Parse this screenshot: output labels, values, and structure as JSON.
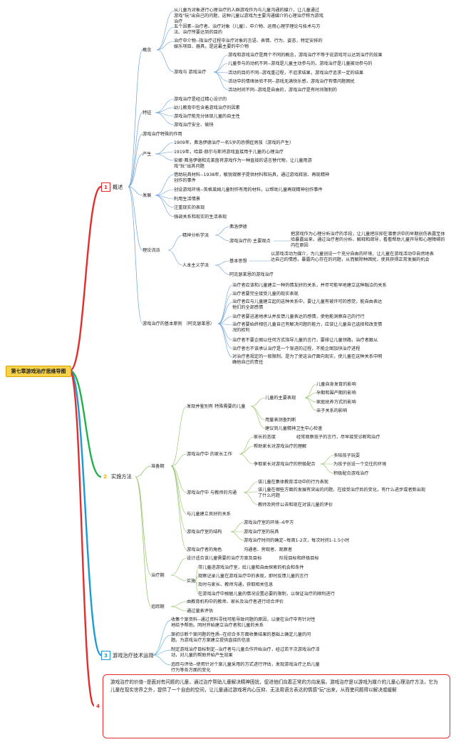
{
  "root": "第七章游戏治疗思维导图",
  "colors": {
    "branch1": "#e32d2d",
    "branch2": "#22b04a",
    "branch3": "#1c9ad6",
    "branch4": "#e32d2d",
    "root_bg": "#f6d24a"
  },
  "b1": {
    "num": "1",
    "label": "概述",
    "gainian": {
      "label": "概念",
      "def1": "从儿童为对象进行心理治疗的人群游戏作为与儿童沟通的媒介，让儿童通过游戏\"玩\"出自己的问题，这种儿童以游戏为主要沟通媒介的心理治疗称为游戏治疗",
      "def2": "五个因素--治疗者、治疗对象（儿童）、中介物、运用心理学理论与技术与方法、治疗所要达到的目的",
      "def3": "治疗中介物--指治疗过程中治疗对象的言语、表情、行为、姿态，特定安排的娱乐项目、器具，是这最主要的中介物",
      "rel": {
        "label": "游戏与 游戏治疗",
        "items": [
          "游戏和游戏治疗是两个不同的概念，游戏治疗不等于说游戏可以达到治疗的效果",
          "儿童参与的动机不同--游戏是儿童主动参与的，游戏治疗是儿童被动参与的",
          "活动的目的不同--游戏重过程，不追求结果，游戏治疗追求一定的结果",
          "活动中的情绪体验不同--游戏无满快乐感，游戏治疗有情问题困扰",
          "活动时间不同--游戏是自由的，游戏治疗是有时间限制的"
        ]
      }
    },
    "tezheng": {
      "label": "特征",
      "items": [
        "游戏治疗是经过精心设计的",
        "幼儿教育中包含着游戏治疗的因素",
        "游戏治疗能充分体现儿童的自主性",
        "游戏治疗安全、愉快"
      ]
    },
    "zuoyong": "游戏治疗特殊的作用",
    "chansheng": {
      "label": "产生",
      "items": [
        "1909年，弗洛伊德治疗一名5岁的恐惧症男孩（游戏的产生）",
        "1919年，哈慕·赫尔与斯将游戏直接用于儿童的心理治疗",
        "安娜·弗洛伊德和克莱茵将游戏作为一种直接的语言替代物，让儿童用游戏\"玩\"出其问题"
      ]
    },
    "fazhan": {
      "label": "发展",
      "items": [
        "借助玩具材料--1938年，敏锐观察子提供材料和玩具，通过游戏释放、再现精神创作的事件",
        "创设游戏环境--英格莱姆儿童制作有用的材料，以帮助儿童再现精神创作事件",
        "利用生活情景",
        "注重现实的表现",
        "强调关系和现实的生活表现"
      ]
    },
    "lilun": {
      "label": "理论流派",
      "jingshen": {
        "label": "精神分析学派",
        "a": "弗洛伊德",
        "b_label": "游戏治疗的 主要观点",
        "b_text": "把游戏作为心理分析治疗的手段，让儿童把压抑在潜意识中的早期创伤表露至体验暴露出来，通过治疗者的分析、解释和疏导，看看帮助儿童开导和心理障碍的内在原因"
      },
      "renben": {
        "label": "人本主义学派",
        "c_label": "基本思想",
        "c_text": "以游戏活动为媒介，为儿童创设一个充分自由的环境，让儿童在游戏活动中自然地表达自己的情感，暴露内心存在的问题，从而解除种困扰，使其获得正常发展的机会",
        "d": "阿克瑟莱恩的游戏治疗"
      }
    },
    "yuanze": {
      "label": "游戏治疗的基本原则 （阿克瑟莱恩）",
      "items": [
        "治疗者应该和儿童建立一种热情友好的关系，并尽可能早地建立这种融洽的关系",
        "治疗者要完全接受儿童的现实表现",
        "治疗者应与儿童建立起的这种关系中，要让儿童有被许可的感觉，能自由表达他们的全部感情",
        "治疗者要迅速地承认并反馈儿童表达的感情，使他能洞察自己的行行",
        "治疗者要始终相信儿童自己有解决问题的能力，应该让儿童自己选择和改变情况的权利",
        "治疗者不要企图以任何方式指导儿童的言行，要排让儿童领路，治疗者跟从",
        "治疗者也不该承认治疗是一个渐进的过程，不能企图加快治疗进程",
        "对治疗者规定的一般限制，是为了使这治疗面向现实，使儿童在这种关系中明确他自己的责任"
      ]
    }
  },
  "b2": {
    "num": "2",
    "label": "实施方法",
    "zhunbei": {
      "label": "准备期",
      "faxian": {
        "label": "发现并鉴别有 特殊需要的儿童",
        "wenti": {
          "label": "儿童的主要表现",
          "items": [
            "儿童自身发育的影响",
            "孕期和围产期的影响",
            "家庭抚养方式的影响",
            "亲子关系的影响"
          ]
        },
        "e1": "用量表测查判断",
        "e2": "建议到儿童精神卫生中心检查"
      },
      "jiazhang": {
        "label": "游戏治疗中 的家长工作",
        "taidu_label": "家长的态度",
        "taidu_text": "经常观察孩子的言行，尽早接受诊断和治疗",
        "bangzhu": "帮助家长对游戏治疗的理解",
        "zhengqu_label": "争取家长对游戏治疗的积极配合",
        "zhengqu": [
          "多陪孩子玩耍",
          "为孩子创设一个交往的环境",
          "积极配合游戏治疗"
        ]
      },
      "jiaoshi": {
        "label": "游戏治疗中 与教师的沟通",
        "items": [
          "该儿童在集体教育活动中的行为表现",
          "该儿童在哪些方面的发展有突出的问题，在接受治疗后的变化，有什么进步或者新出现了什么问题",
          "教师及同伴公去和现在对该儿童的评价"
        ]
      },
      "guanxi": "与儿童建立良好的关系",
      "shi": {
        "label": "游戏治疗室的结构",
        "items": [
          "游戏治疗室的环境--6平方",
          "游戏治疗室的玩具",
          "游戏治疗时间的确定--每周1-2次，每次时间1-1.5小时"
        ]
      },
      "juese": {
        "label": "游戏治疗者的角色",
        "text": "沟通者、旁观者、观察者"
      }
    },
    "zhiliao": {
      "label": "治疗期",
      "sheji_label": "设计适合该儿童需要的治疗方案及目标",
      "sheji_text": "阶段目标和终极目标",
      "shishi": {
        "label": "实施",
        "items": [
          "带儿童进游戏治疗室，给儿童和自由探索的机会和条件",
          "观察记录儿童在游戏治疗中的表现，即时反馈儿童的言行",
          "及时与家长、教师沟通，获取相关信息",
          "在游戏治疗中根据儿童的情况设置必要的限制，以保证治疗的顺利进行"
        ]
      }
    },
    "zhuizong": {
      "label": "追踪期",
      "items": [
        "由教育机构中的教师、家长及治疗者进行综合评价",
        "通过量表评估"
      ]
    }
  },
  "b3": {
    "num": "3",
    "label": "游戏治疗技术运用",
    "items": [
      "收集个案资料--通过资料寻找可能导致问题的原因，以便在治疗中有针对性地给予帮助。同时开始建立治疗者和儿童的关系",
      "案初诊断个案问题的性质--在综合多方面收集结果的基础上确定儿童的问题。为游戏治疗方案建立提供直接的信息",
      "制定游戏治疗目标制定--治疗者与儿童合作开始治疗，经过若干次游戏治疗活动，对儿童的帮助开始产生效果",
      "追踪与评估--使用针对个案儿童采用的方式进行评估，发现游戏治疗之后儿童行为等各方面的变化"
    ]
  },
  "b4": {
    "num": "4",
    "text": "游戏治疗的价值--是面对有问题的儿童，通过治疗帮助儿童解决精神困扰，促进他们向着正常的方向发展。游戏治疗是以游戏为媒介的儿童心理治疗方法，它为儿童在现实世界之外，提供了一个自由的空间，让儿童通过游戏将内心压抑、无法用语言表达的情感\"玩\"出来，从而使问题得以解决或缓解"
  }
}
